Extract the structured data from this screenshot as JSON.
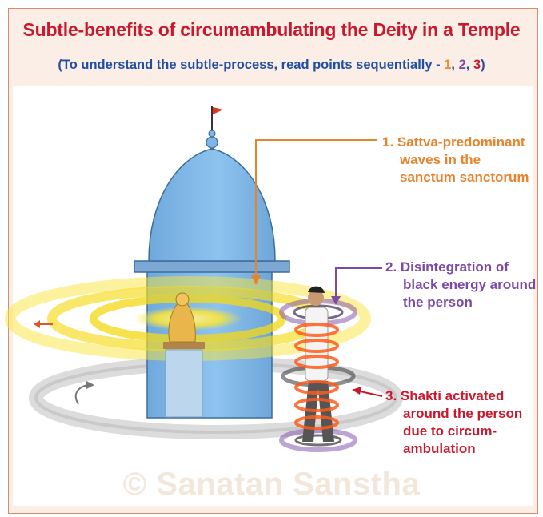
{
  "title": "Subtle-benefits of circumambulating the Deity in a Temple",
  "subtitle": {
    "prefix": "(To understand the subtle-process, read points sequentially - ",
    "n1": "1",
    "sep1": ", ",
    "n2": "2",
    "sep2": ", ",
    "n3": "3",
    "suffix": ")"
  },
  "labels": [
    {
      "lines": [
        "1. Sattva-predominant",
        "waves in the",
        "sanctum sanctorum"
      ]
    },
    {
      "lines": [
        "2. Disintegration of",
        "black energy around",
        "the person"
      ]
    },
    {
      "lines": [
        "3. Shakti activated",
        "around the person",
        "due to circum-",
        "ambulation"
      ]
    }
  ],
  "watermark": "© Sanatan Sanstha",
  "colors": {
    "title": "#c8192d",
    "subtitle": "#1f4fa3",
    "point1": "#f08a24",
    "point2": "#7b4aa8",
    "point3": "#c8192d",
    "temple": "#7fb6e6",
    "sattva_waves": "#f5e33a",
    "shakti": "#ff6a2a",
    "black_energy": "#4a4a4a"
  },
  "icons": [
    "temple-dome",
    "temple-flag",
    "deity-idol",
    "person",
    "spiral-arrow"
  ]
}
